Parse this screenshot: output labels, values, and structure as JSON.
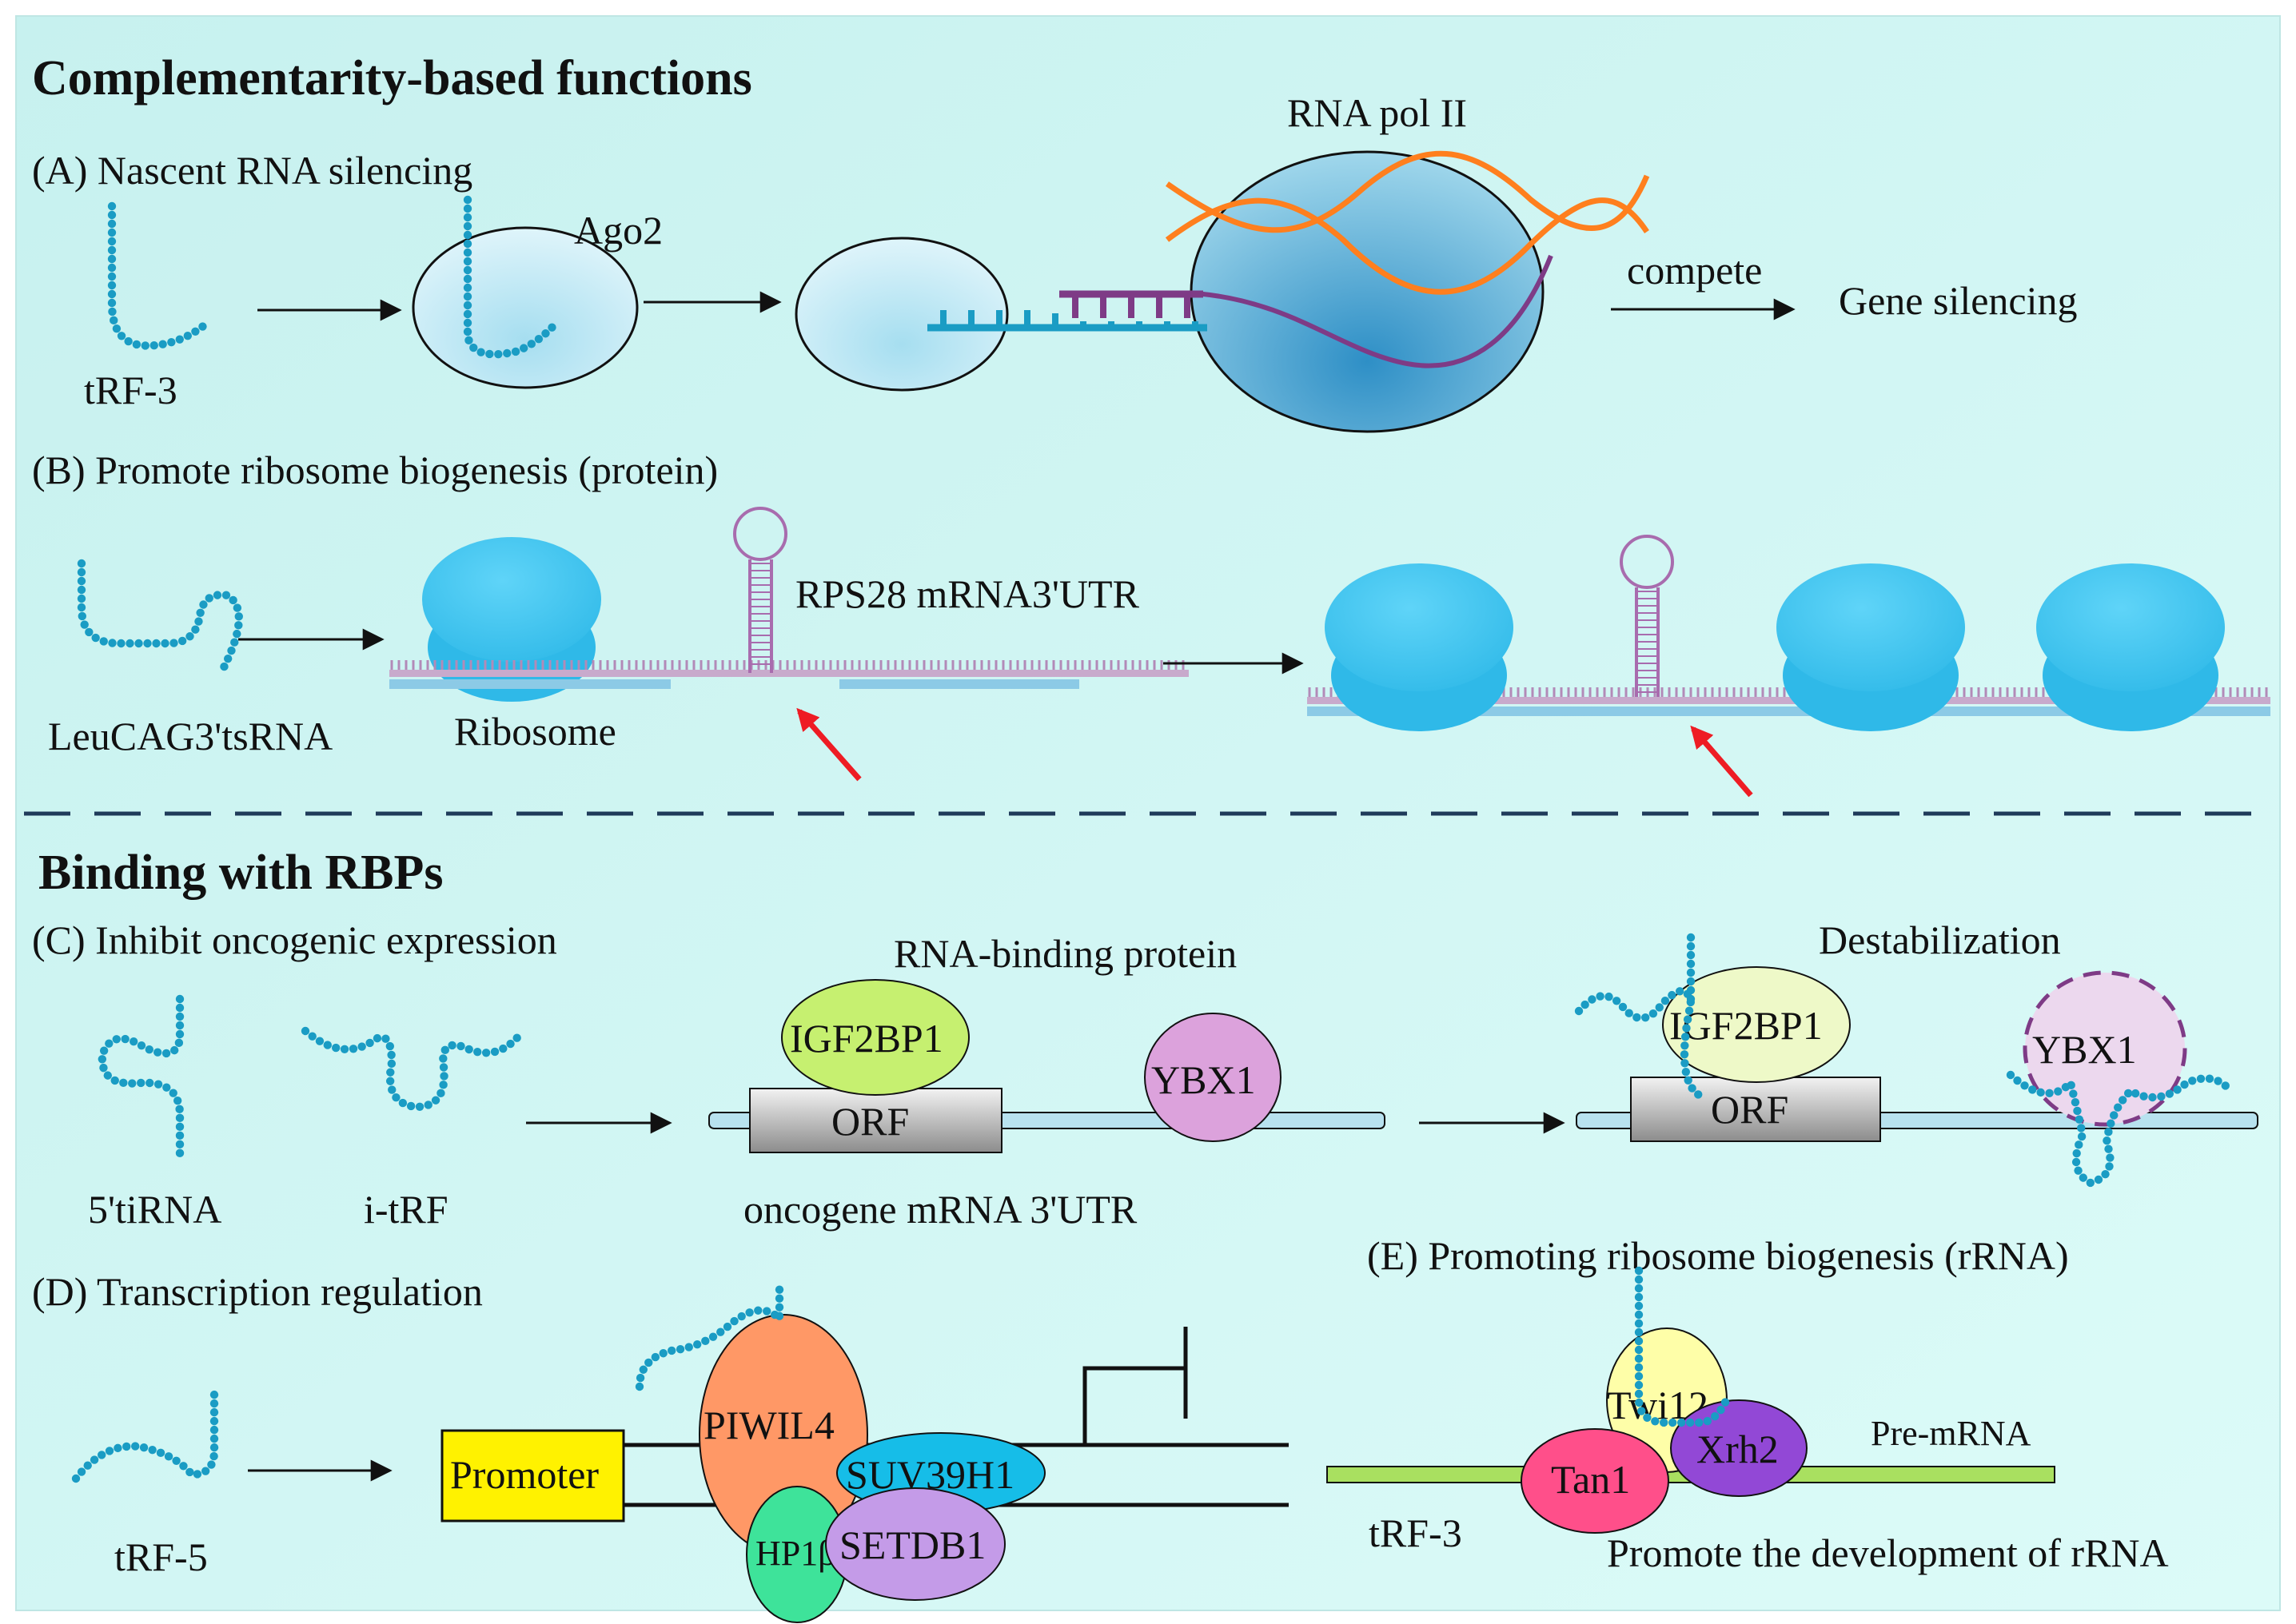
{
  "sections": {
    "complementarity": "Complementarity-based functions",
    "rbp": "Binding with RBPs"
  },
  "panel_a": {
    "title": "(A) Nascent RNA silencing",
    "trf3": "tRF-3",
    "ago2": "Ago2",
    "rna_pol": "RNA pol II",
    "compete": "compete",
    "result": "Gene silencing"
  },
  "panel_b": {
    "title": "(B) Promote ribosome biogenesis (protein)",
    "leucag": "LeuCAG3'tsRNA",
    "ribosome": "Ribosome",
    "rps28": "RPS28 mRNA3'UTR"
  },
  "panel_c": {
    "title": "(C) Inhibit oncogenic expression",
    "tirna": "5'tiRNA",
    "itrf": "i-tRF",
    "rbp_label": "RNA-binding protein",
    "igf2bp1": "IGF2BP1",
    "orf": "ORF",
    "ybx1": "YBX1",
    "mrna": "oncogene mRNA 3'UTR",
    "destab": "Destabilization"
  },
  "panel_d": {
    "title": "(D) Transcription regulation",
    "trf5": "tRF-5",
    "promoter": "Promoter",
    "piwil4": "PIWIL4",
    "suv39h1": "SUV39H1",
    "hp1b": "HP1β",
    "setdb1": "SETDB1"
  },
  "panel_e": {
    "title": "(E) Promoting ribosome biogenesis (rRNA)",
    "twi12": "Twi12",
    "xrh2": "Xrh2",
    "tan1": "Tan1",
    "premrna": "Pre-mRNA",
    "trf3": "tRF-3",
    "result": "Promote the development of rRNA"
  },
  "colors": {
    "background": "#d2f7f3",
    "rna_blue": "#1a9cc4",
    "ribosome": "#3cc6ee",
    "orange": "#ff7f1e",
    "purple": "#7e3b86",
    "red_arrow": "#ee1c24",
    "igf2bp1": "#c6f070",
    "ybx1": "#dca2dc",
    "piwil4": "#ff9866",
    "suv39h1": "#16bde8",
    "hp1b": "#3ee39a",
    "setdb1": "#c49be8",
    "promoter": "#fff200",
    "twi12": "#fefea8",
    "xrh2": "#9248d6",
    "tan1": "#ff4f8a",
    "premrna": "#a9e060"
  }
}
